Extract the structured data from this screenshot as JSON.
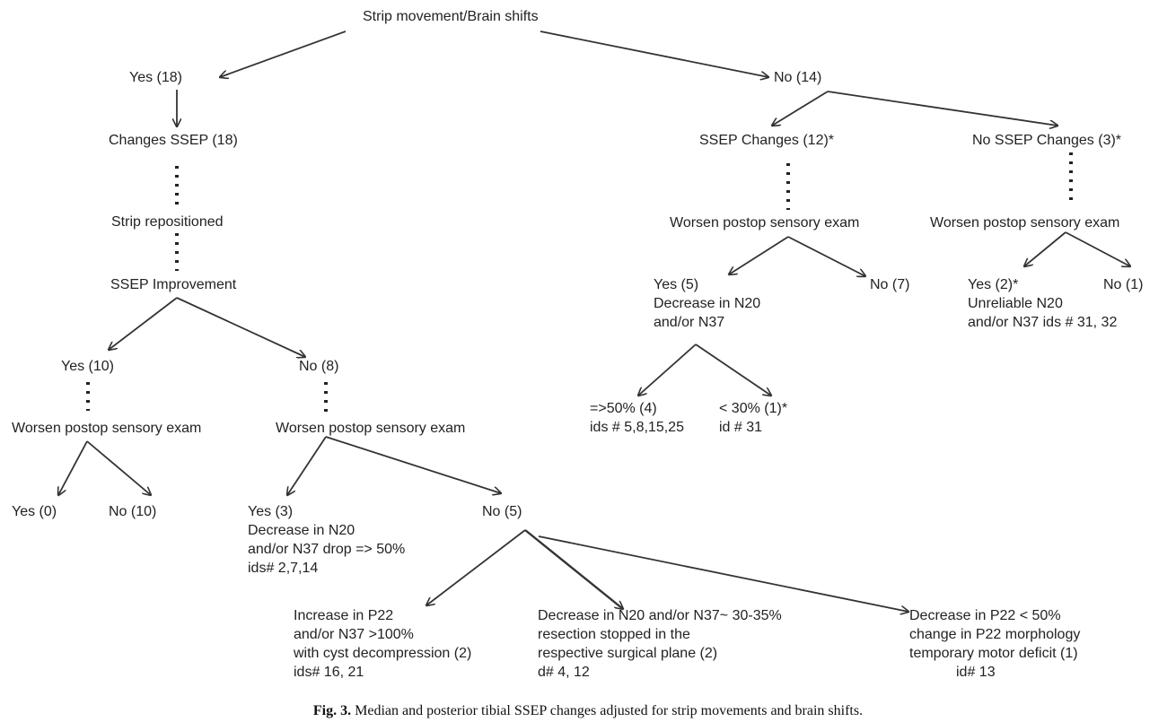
{
  "nodes": {
    "root": {
      "lines": [
        "Strip movement/Brain shifts"
      ]
    },
    "yes18": {
      "lines": [
        "Yes (18)"
      ]
    },
    "no14": {
      "lines": [
        "No (14)"
      ]
    },
    "changes_ssep": {
      "lines": [
        "Changes SSEP (18)"
      ]
    },
    "strip_repos": {
      "lines": [
        "Strip repositioned"
      ]
    },
    "ssep_improve": {
      "lines": [
        "SSEP  Improvement"
      ]
    },
    "yes10": {
      "lines": [
        "Yes (10)"
      ]
    },
    "no8": {
      "lines": [
        "No (8)"
      ]
    },
    "worsen_a": {
      "lines": [
        "Worsen postop sensory exam"
      ]
    },
    "worsen_b": {
      "lines": [
        "Worsen postop sensory exam"
      ]
    },
    "yes0": {
      "lines": [
        "Yes (0)"
      ]
    },
    "no10": {
      "lines": [
        "No (10)"
      ]
    },
    "yes3": {
      "lines": [
        "Yes (3)",
        "Decrease in N20",
        "and/or N37 drop => 50%",
        "ids# 2,7,14"
      ]
    },
    "no5": {
      "lines": [
        "No (5)"
      ]
    },
    "p22_increase": {
      "lines": [
        "Increase in P22",
        "and/or N37 >100%",
        "with  cyst decompression (2)",
        "ids# 16, 21"
      ]
    },
    "n20_decrease": {
      "lines": [
        "Decrease in N20 and/or N37~ 30-35%",
        " resection  stopped in the",
        " respective surgical plane (2)",
        "d# 4, 12"
      ]
    },
    "p22_decrease": {
      "lines": [
        "Decrease in P22 < 50%",
        "change in P22 morphology",
        "temporary motor deficit (1)",
        "id# 13"
      ]
    },
    "ssep_changes12": {
      "lines": [
        "SSEP  Changes (12)*"
      ]
    },
    "no_ssep3": {
      "lines": [
        "No SSEP Changes (3)*"
      ]
    },
    "worsen_c": {
      "lines": [
        "Worsen postop sensory exam"
      ]
    },
    "worsen_d": {
      "lines": [
        "Worsen postop sensory exam"
      ]
    },
    "yes5": {
      "lines": [
        "Yes (5)",
        "Decrease in N20",
        "and/or N37"
      ]
    },
    "no7": {
      "lines": [
        "No (7)"
      ]
    },
    "ge50": {
      "lines": [
        "=>50% (4)",
        "ids # 5,8,15,25"
      ]
    },
    "lt30": {
      "lines": [
        "< 30% (1)*",
        "id # 31"
      ]
    },
    "yes2": {
      "lines": [
        "Yes (2)*",
        "Unreliable N20",
        "and/or N37 ids # 31, 32"
      ]
    },
    "no1": {
      "lines": [
        "No (1)"
      ]
    }
  },
  "caption": {
    "label": "Fig. 3.",
    "text": "Median and posterior tibial SSEP changes adjusted for strip movements and brain shifts."
  }
}
